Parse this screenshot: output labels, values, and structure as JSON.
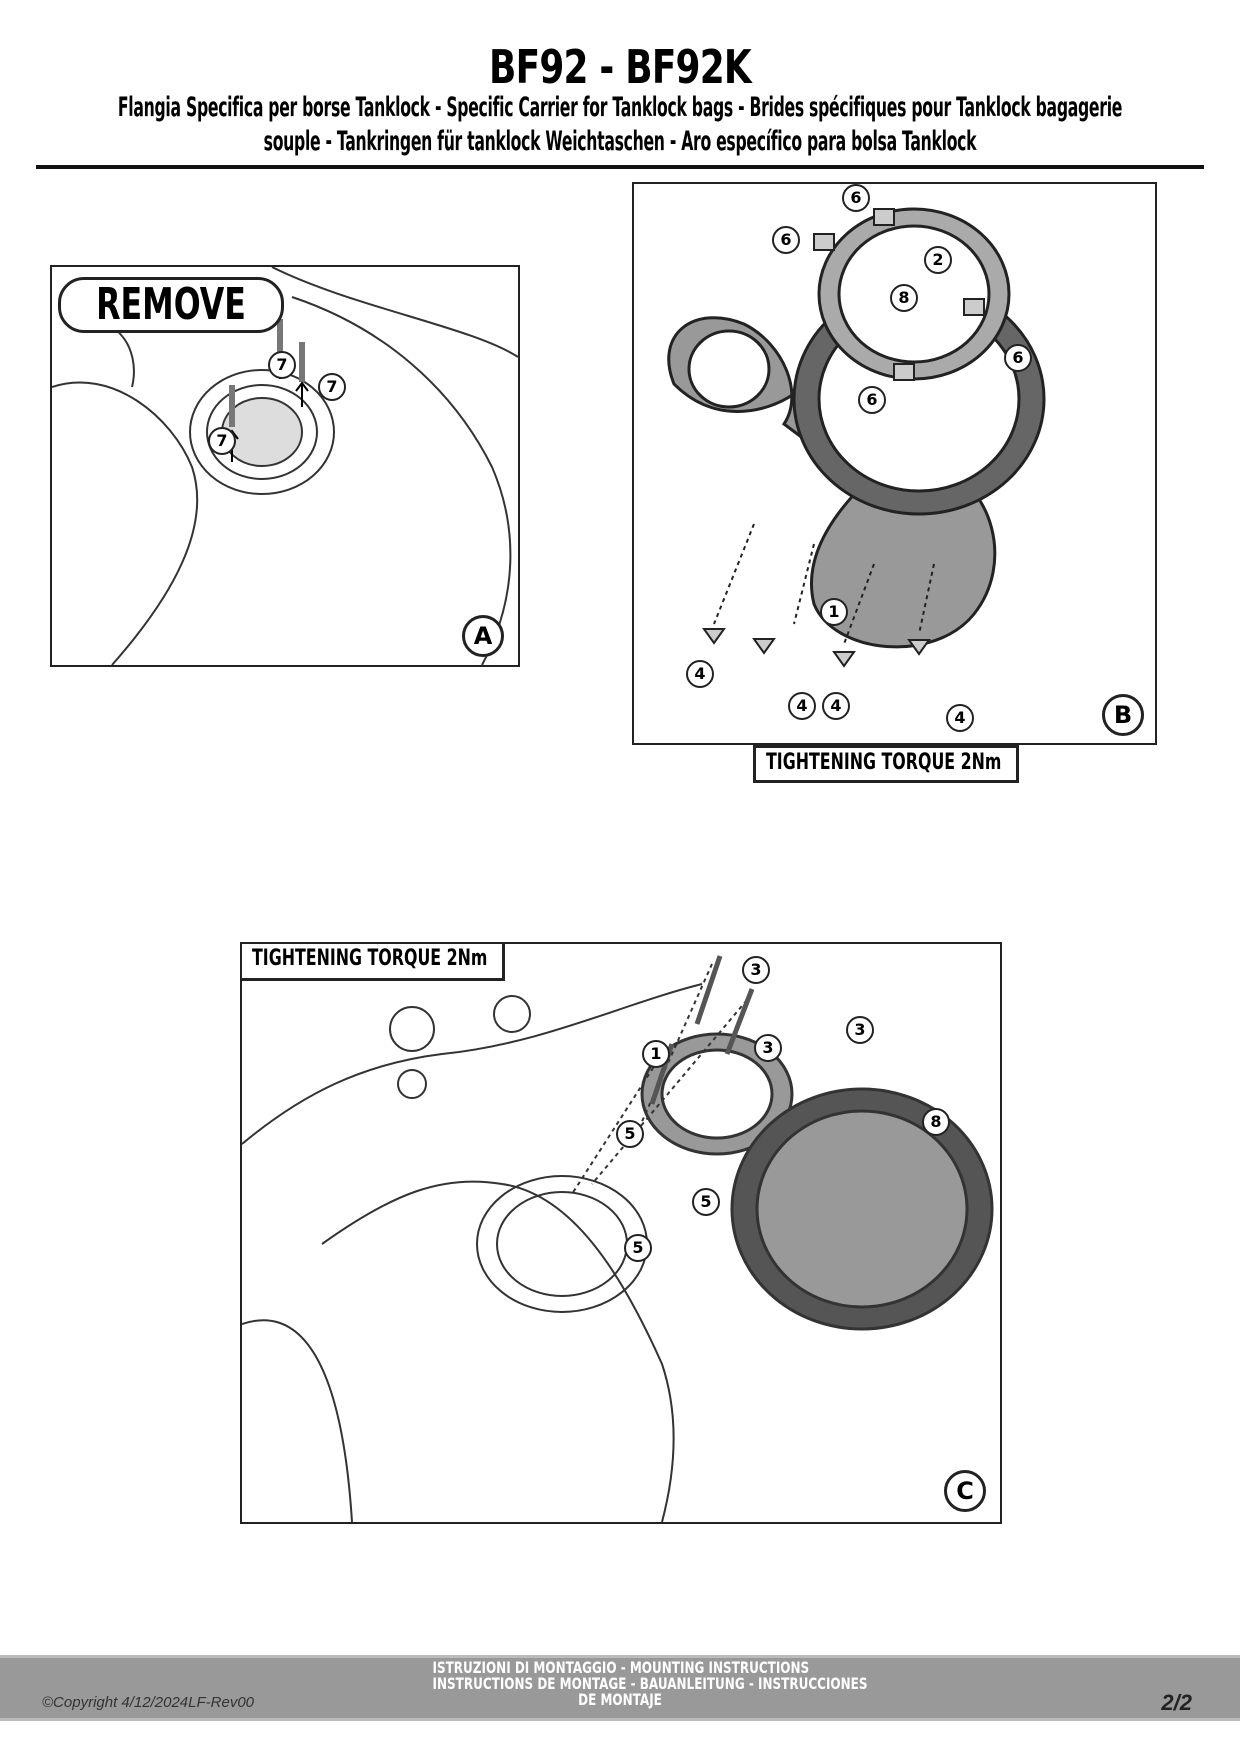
{
  "header": {
    "title": "BF92 - BF92K",
    "subtitle_line1": "Flangia Specifica per borse Tanklock - Specific Carrier for Tanklock bags - Brides spécifiques pour Tanklock bagagerie",
    "subtitle_line2": "souple - Tankringen für tanklock Weichtaschen - Aro específico para bolsa Tanklock"
  },
  "panel_a": {
    "letter": "A",
    "remove_label": "REMOVE",
    "callouts": [
      "7",
      "7",
      "7"
    ]
  },
  "panel_b": {
    "letter": "B",
    "torque_label": "TIGHTENING TORQUE 2Nm",
    "callouts": [
      "6",
      "6",
      "2",
      "8",
      "6",
      "6",
      "1",
      "4",
      "4",
      "4",
      "4"
    ]
  },
  "panel_c": {
    "letter": "C",
    "torque_label": "TIGHTENING TORQUE 2Nm",
    "callouts": [
      "3",
      "3",
      "1",
      "3",
      "8",
      "5",
      "5",
      "5"
    ]
  },
  "footer": {
    "copyright": "©Copyright 4/12/2024LF-Rev00",
    "line1": "ISTRUZIONI DI MONTAGGIO  -  MOUNTING INSTRUCTIONS",
    "line2": "INSTRUCTIONS DE MONTAGE - BAUANLEITUNG - INSTRUCCIONES",
    "line3": "DE MONTAJE",
    "page": "2/2"
  }
}
